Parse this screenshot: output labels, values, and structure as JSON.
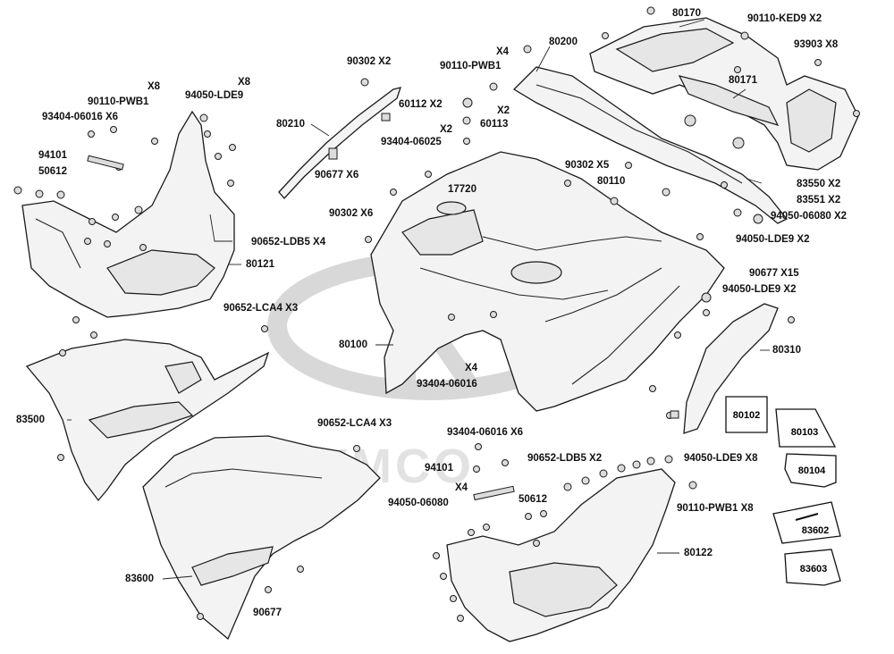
{
  "watermark": {
    "brand": "KYMCO",
    "color": "#d9d9d9"
  },
  "labels": {
    "l80170": "80170",
    "l90110_ked9": "90110-KED9 X2",
    "l93903": "93903  X8",
    "l80200": "80200",
    "l80171": "80171",
    "lx4_top": "X4",
    "l90110_pwb1_top": "90110-PWB1",
    "l90302_x2": "90302 X2",
    "l80210": "80210",
    "lx2_a": "X2",
    "l60112": "60112 X2",
    "lx2_b": "X2",
    "l60113": "60113",
    "l93404_06025": "93404-06025",
    "l90677_x6": "90677  X6",
    "l90302_x5": "90302  X5",
    "l17720": "17720",
    "l80110": "80110",
    "l83550": "83550  X2",
    "l83551": "83551  X2",
    "l94050_06080_x2": "94050-06080 X2",
    "l94050_lde9_x2a": "94050-LDE9 X2",
    "l90677_x15": "90677  X15",
    "l94050_lde9_x2b": "94050-LDE9 X2",
    "l90302_x6": "90302  X6",
    "l80100": "80100",
    "lx4_mid": "X4",
    "l93404_06016_mid": "93404-06016",
    "l80310": "80310",
    "lx8_a": "X8",
    "lx8_b": "X8",
    "l90110_pwb1_left": "90110-PWB1",
    "l94050_lde9_left": "94050-LDE9",
    "l93404_06016_x6_left": "93404-06016 X6",
    "l94101_left": "94101",
    "l50612_left": "50612",
    "l90652_ldb5_x4": "90652-LDB5 X4",
    "l80121": "80121",
    "l90652_lca4_x3a": "90652-LCA4 X3",
    "l83500": "83500",
    "l90652_lca4_x3b": "90652-LCA4 X3",
    "l83600": "83600",
    "l90677_bottom": "90677",
    "l93404_06016_x6_bot": "93404-06016 X6",
    "l94101_bot": "94101",
    "lx4_bot": "X4",
    "l94050_06080_bot": "94050-06080",
    "l90652_ldb5_x2": "90652-LDB5 X2",
    "l50612_bot": "50612",
    "l94050_lde9_x8": "94050-LDE9 X8",
    "l90110_pwb1_x8": "90110-PWB1 X8",
    "l80122": "80122"
  },
  "tags": {
    "t80102": "80102",
    "t80103": "80103",
    "t80104": "80104",
    "t83602": "83602",
    "t83603": "83603"
  }
}
